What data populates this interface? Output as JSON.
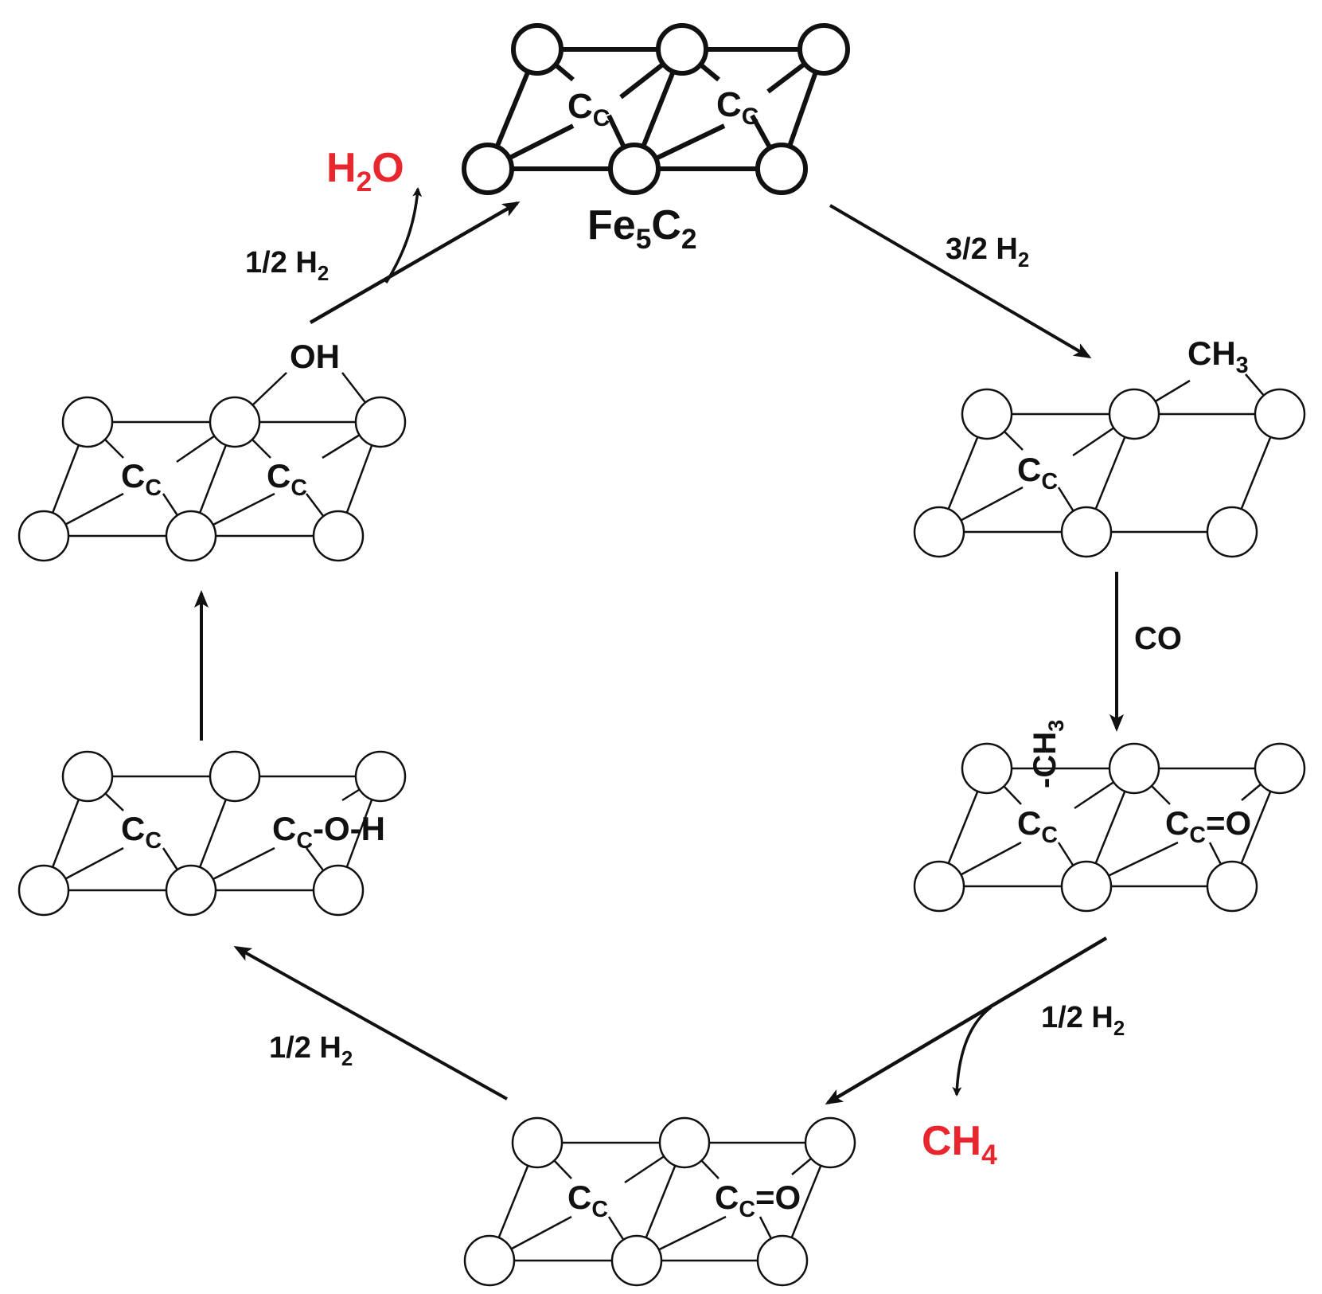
{
  "colors": {
    "ink": "#111111",
    "product": "#e8262d",
    "background": "#ffffff"
  },
  "catalyst": {
    "formula": {
      "main": "Fe",
      "sub1": "5",
      "mid": "C",
      "sub2": "2"
    }
  },
  "surface": {
    "carbon_site": {
      "main": "C",
      "sub": "C"
    }
  },
  "adsorbates": {
    "ch3_top": {
      "main": "CH",
      "sub": "3"
    },
    "ch3_vertical": {
      "main": "-CH",
      "sub": "3"
    },
    "carbonyl_suffix": "=O",
    "hydroxyl_suffix": "-O-H",
    "oh": "OH"
  },
  "steps": {
    "h2_three_halves": {
      "main": "3/2 H",
      "sub": "2"
    },
    "co": "CO",
    "h2_half_ch4": {
      "main": "1/2 H",
      "sub": "2"
    },
    "h2_half_bottom_left": {
      "main": "1/2 H",
      "sub": "2"
    },
    "h2_half_water": {
      "main": "1/2 H",
      "sub": "2"
    }
  },
  "products": {
    "ch4": {
      "main": "CH",
      "sub": "4"
    },
    "h2o": {
      "pre": "H",
      "sub": "2",
      "post": "O"
    }
  }
}
